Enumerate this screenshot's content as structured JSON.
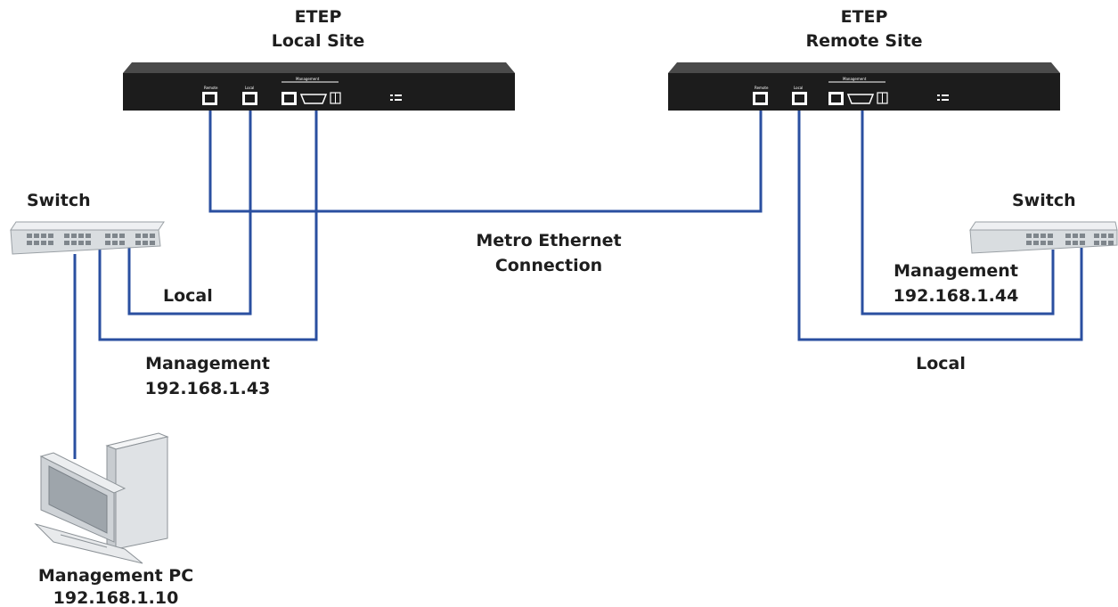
{
  "local_site": {
    "name": "ETEP",
    "site": "Local Site",
    "ports": [
      "Remote",
      "Local",
      "Management"
    ]
  },
  "remote_site": {
    "name": "ETEP",
    "site": "Remote Site",
    "ports": [
      "Remote",
      "Local",
      "Management"
    ]
  },
  "left_switch": {
    "label": "Switch"
  },
  "right_switch": {
    "label": "Switch"
  },
  "connections": {
    "metro_line1": "Metro Ethernet",
    "metro_line2": "Connection",
    "left_local": "Local",
    "left_mgmt": "Management",
    "left_mgmt_ip": "192.168.1.43",
    "right_mgmt": "Management",
    "right_mgmt_ip": "192.168.1.44",
    "right_local": "Local"
  },
  "pc": {
    "label": "Management PC",
    "ip": "192.168.1.10"
  },
  "colors": {
    "cable": "#2a4fa0",
    "device_body": "#1c1c1c",
    "switch_body": "#d9dde0"
  }
}
